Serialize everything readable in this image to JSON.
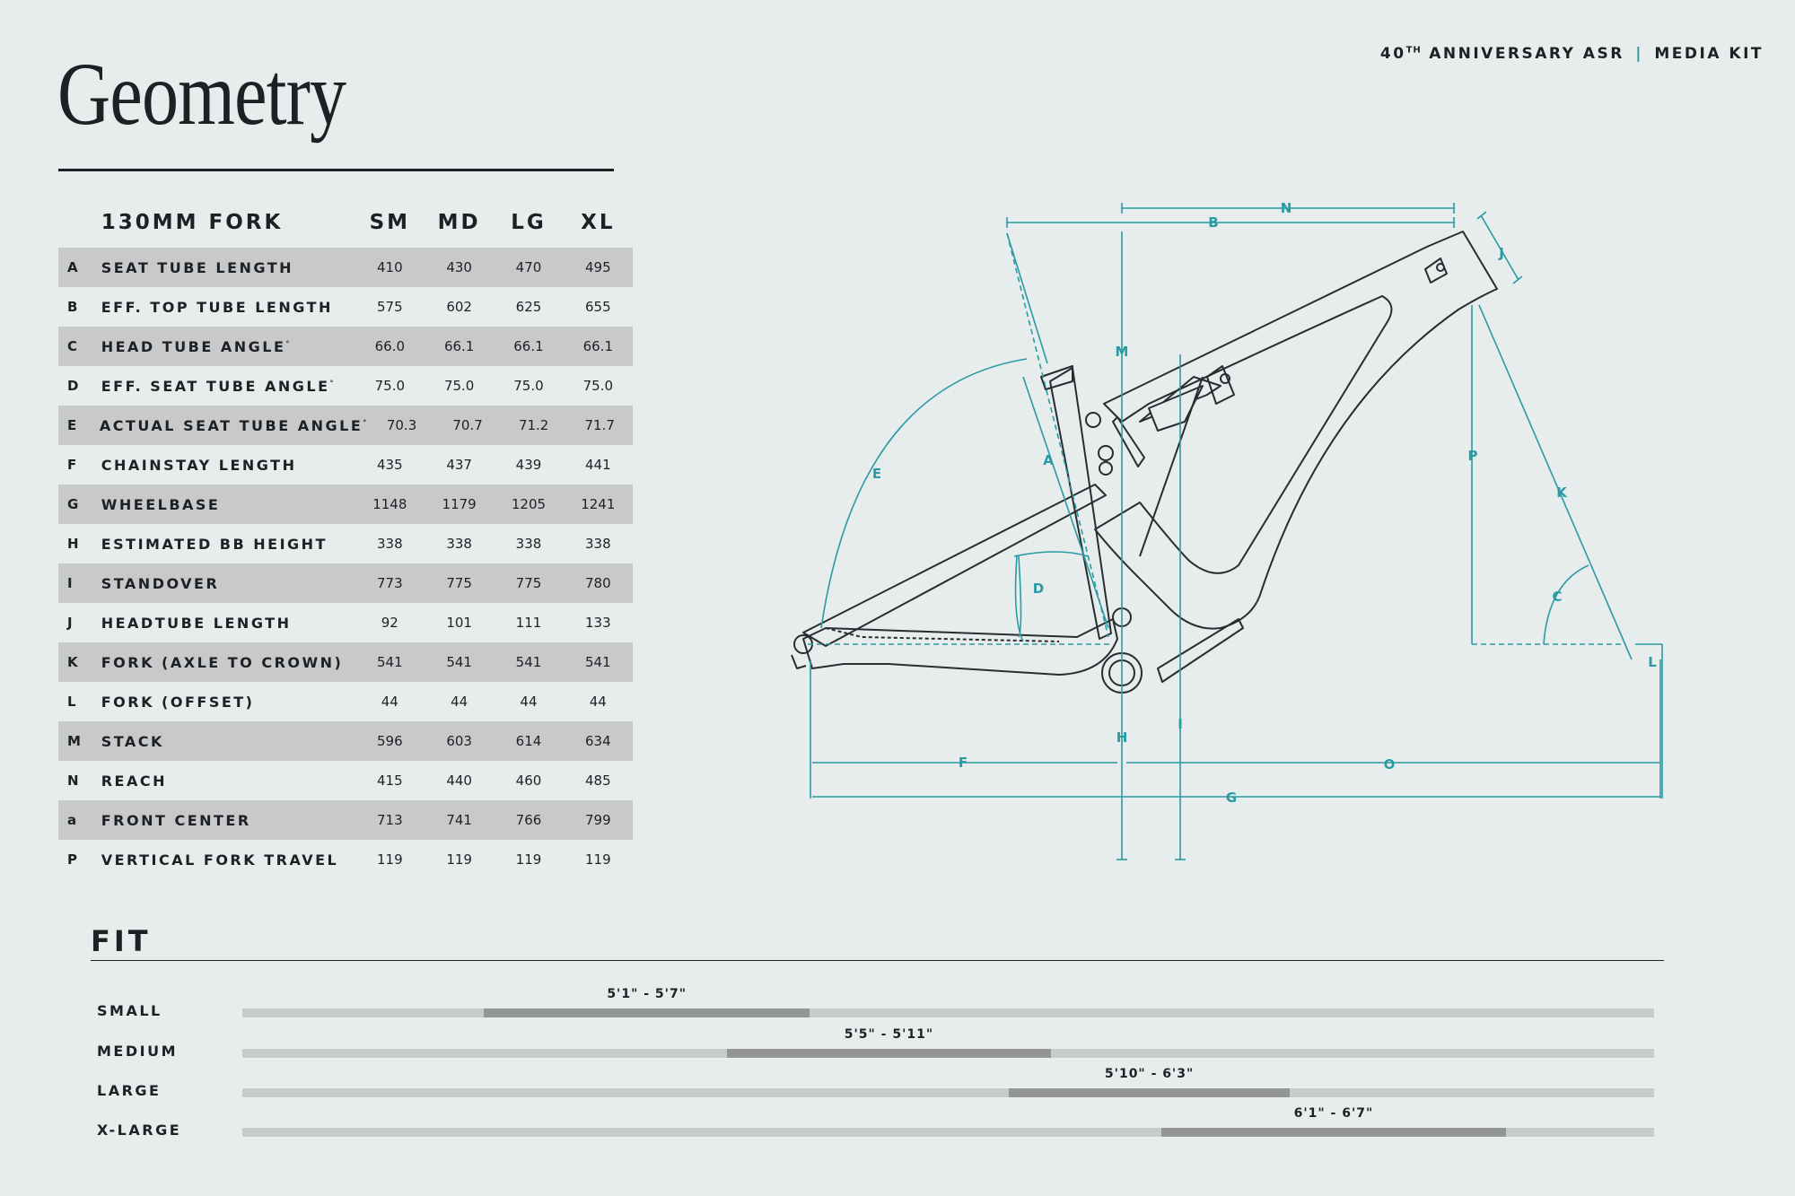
{
  "header": {
    "title_prefix": "40",
    "title_sup": "TH",
    "title_main": "ANNIVERSARY ASR",
    "separator": "|",
    "kit": "MEDIA KIT"
  },
  "page_title": "Geometry",
  "table": {
    "headers": [
      "130MM FORK",
      "SM",
      "MD",
      "LG",
      "XL"
    ],
    "rows": [
      {
        "letter": "A",
        "label": "SEAT TUBE LENGTH",
        "values": [
          "410",
          "430",
          "470",
          "495"
        ]
      },
      {
        "letter": "B",
        "label": "EFF. TOP TUBE LENGTH",
        "values": [
          "575",
          "602",
          "625",
          "655"
        ]
      },
      {
        "letter": "C",
        "label": "HEAD TUBE ANGLE",
        "sup": "°",
        "values": [
          "66.0",
          "66.1",
          "66.1",
          "66.1"
        ]
      },
      {
        "letter": "D",
        "label": "EFF. SEAT TUBE ANGLE",
        "sup": "°",
        "values": [
          "75.0",
          "75.0",
          "75.0",
          "75.0"
        ]
      },
      {
        "letter": "E",
        "label": "ACTUAL SEAT TUBE ANGLE",
        "sup": "°",
        "values": [
          "70.3",
          "70.7",
          "71.2",
          "71.7"
        ]
      },
      {
        "letter": "F",
        "label": "CHAINSTAY LENGTH",
        "values": [
          "435",
          "437",
          "439",
          "441"
        ]
      },
      {
        "letter": "G",
        "label": "WHEELBASE",
        "values": [
          "1148",
          "1179",
          "1205",
          "1241"
        ]
      },
      {
        "letter": "H",
        "label": "ESTIMATED BB HEIGHT",
        "values": [
          "338",
          "338",
          "338",
          "338"
        ]
      },
      {
        "letter": "I",
        "label": "STANDOVER",
        "values": [
          "773",
          "775",
          "775",
          "780"
        ]
      },
      {
        "letter": "J",
        "label": "HEADTUBE LENGTH",
        "values": [
          "92",
          "101",
          "111",
          "133"
        ]
      },
      {
        "letter": "K",
        "label": "FORK (AXLE TO CROWN)",
        "values": [
          "541",
          "541",
          "541",
          "541"
        ]
      },
      {
        "letter": "L",
        "label": "FORK (OFFSET)",
        "values": [
          "44",
          "44",
          "44",
          "44"
        ]
      },
      {
        "letter": "M",
        "label": "STACK",
        "values": [
          "596",
          "603",
          "614",
          "634"
        ]
      },
      {
        "letter": "N",
        "label": "REACH",
        "values": [
          "415",
          "440",
          "460",
          "485"
        ]
      },
      {
        "letter": "a",
        "label": "FRONT CENTER",
        "values": [
          "713",
          "741",
          "766",
          "799"
        ]
      },
      {
        "letter": "P",
        "label": "VERTICAL FORK TRAVEL",
        "values": [
          "119",
          "119",
          "119",
          "119"
        ]
      }
    ]
  },
  "diagram": {
    "labels": [
      "A",
      "B",
      "C",
      "D",
      "E",
      "F",
      "G",
      "H",
      "I",
      "J",
      "K",
      "L",
      "M",
      "N",
      "O",
      "P"
    ],
    "accent": "#2a9aa3",
    "frame_color": "#2a2d30"
  },
  "fit": {
    "title": "FIT",
    "rows": [
      {
        "label": "SMALL",
        "range": "5'1\" - 5'7\"",
        "start": 0.171,
        "end": 0.402
      },
      {
        "label": "MEDIUM",
        "range": "5'5\" - 5'11\"",
        "start": 0.343,
        "end": 0.573
      },
      {
        "label": "LARGE",
        "range": "5'10\" - 6'3\"",
        "start": 0.543,
        "end": 0.742
      },
      {
        "label": "X-LARGE",
        "range": "6'1\" - 6'7\"",
        "start": 0.651,
        "end": 0.895
      }
    ]
  }
}
